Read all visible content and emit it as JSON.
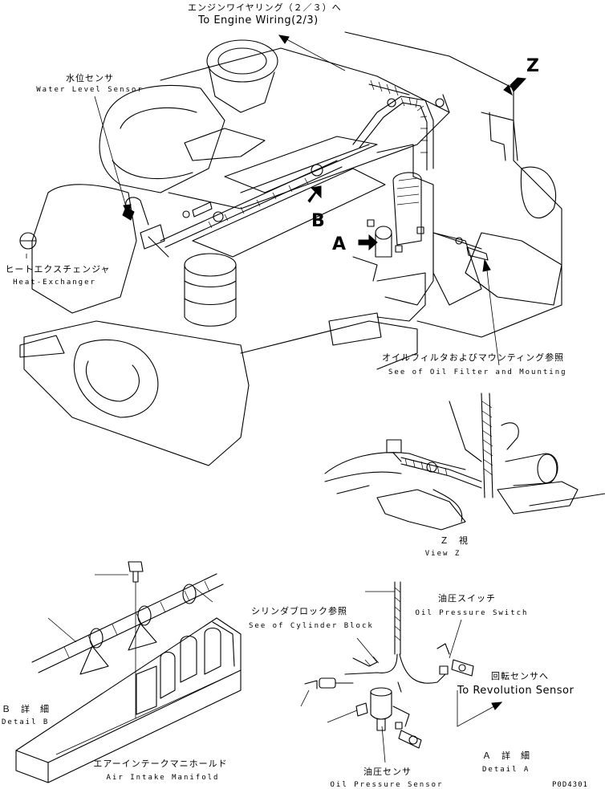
{
  "labels": {
    "engine_wiring_jp": "エンジンワイヤリング（２／３）へ",
    "engine_wiring_en": "To Engine Wiring(2/3)",
    "water_level_jp": "水位センサ",
    "water_level_en": "Water Level Sensor",
    "heat_exchanger_jp": "ヒートエクスチェンジャ",
    "heat_exchanger_en": "Heat-Exchanger",
    "oil_filter_jp": "オイルフィルタおよびマウンティング参照",
    "oil_filter_en": "See of Oil Filter and Mounting",
    "view_z_jp": "Ｚ　視",
    "view_z_en": "View Z",
    "detail_b_jp": "Ｂ　詳　細",
    "detail_b_en": "Detail B",
    "air_intake_jp": "エアーインテークマニホールド",
    "air_intake_en": "Air Intake Manifold",
    "cylinder_block_jp": "シリンダブロック参照",
    "cylinder_block_en": "See of Cylinder Block",
    "oil_pressure_switch_jp": "油圧スイッチ",
    "oil_pressure_switch_en": "Oil Pressure Switch",
    "revolution_sensor_jp": "回転センサへ",
    "revolution_sensor_en": "To Revolution Sensor",
    "oil_pressure_sensor_jp": "油圧センサ",
    "oil_pressure_sensor_en": "Oil Pressure Sensor",
    "detail_a_jp": "Ａ　詳　細",
    "detail_a_en": "Detail A",
    "drawing_number": "P0D4301"
  },
  "view_markers": {
    "z": "Z",
    "a": "A",
    "b": "B"
  }
}
